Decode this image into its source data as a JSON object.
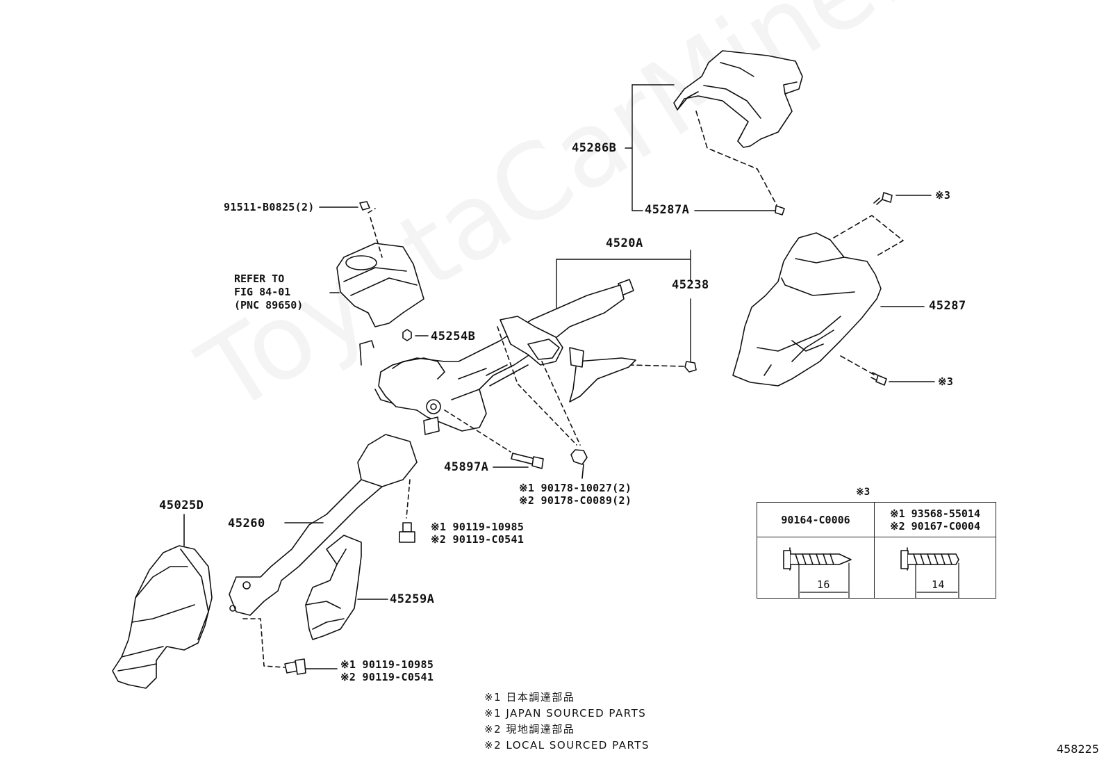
{
  "watermark": "ToyotaCarMine.ru",
  "figure_id": "458225",
  "parts": {
    "p45286B": "45286B",
    "p45287A": "45287A",
    "p91511": "91511-B0825(2)",
    "p4520A": "4520A",
    "p45238": "45238",
    "p45287": "45287",
    "p45254B": "45254B",
    "p45897A": "45897A",
    "p45025D": "45025D",
    "p45260": "45260",
    "p45259A": "45259A"
  },
  "refer": {
    "line1": "REFER TO",
    "line2": "FIG 84-01",
    "line3": "(PNC 89650)"
  },
  "callouts": {
    "note3_top": "※3",
    "note3_bottom": "※3",
    "nut_1": "※1 90178-10027(2)",
    "nut_2": "※2 90178-C0089(2)",
    "bolt_mid_1": "※1 90119-10985",
    "bolt_mid_2": "※2 90119-C0541",
    "bolt_low_1": "※1 90119-10985",
    "bolt_low_2": "※2 90119-C0541"
  },
  "fastener_table": {
    "title": "※3",
    "col1_part": "90164-C0006",
    "col2_part1": "※1 93568-55014",
    "col2_part2": "※2 90167-C0004",
    "col1_length": "16",
    "col2_length": "14"
  },
  "legend": [
    "※1 日本調達部品",
    "※1 JAPAN SOURCED PARTS",
    "※2 現地調達部品",
    "※2 LOCAL SOURCED PARTS"
  ]
}
